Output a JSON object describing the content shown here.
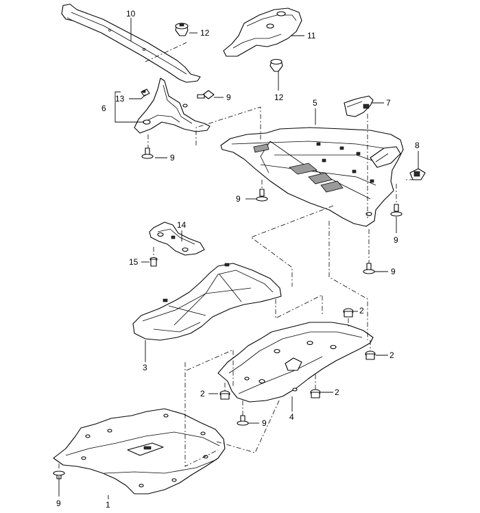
{
  "callouts": [
    {
      "id": "1",
      "label": "1"
    },
    {
      "id": "2a",
      "label": "2"
    },
    {
      "id": "2b",
      "label": "2"
    },
    {
      "id": "2c",
      "label": "2"
    },
    {
      "id": "2d",
      "label": "2"
    },
    {
      "id": "3",
      "label": "3"
    },
    {
      "id": "4",
      "label": "4"
    },
    {
      "id": "5",
      "label": "5"
    },
    {
      "id": "6",
      "label": "6"
    },
    {
      "id": "7",
      "label": "7"
    },
    {
      "id": "8",
      "label": "8"
    },
    {
      "id": "9a",
      "label": "9"
    },
    {
      "id": "9b",
      "label": "9"
    },
    {
      "id": "9c",
      "label": "9"
    },
    {
      "id": "9d",
      "label": "9"
    },
    {
      "id": "9e",
      "label": "9"
    },
    {
      "id": "9f",
      "label": "9"
    },
    {
      "id": "9g",
      "label": "9"
    },
    {
      "id": "10",
      "label": "10"
    },
    {
      "id": "11",
      "label": "11"
    },
    {
      "id": "12a",
      "label": "12"
    },
    {
      "id": "12b",
      "label": "12"
    },
    {
      "id": "13",
      "label": "13"
    },
    {
      "id": "14",
      "label": "14"
    },
    {
      "id": "15",
      "label": "15"
    }
  ]
}
